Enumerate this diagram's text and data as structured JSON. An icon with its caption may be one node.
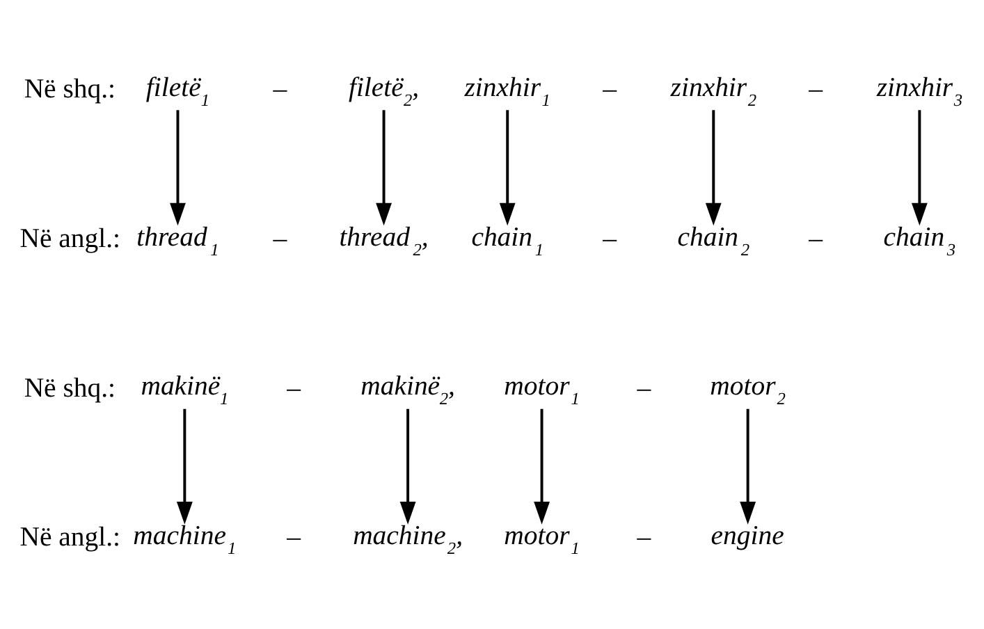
{
  "diagram": {
    "nodes": [
      {
        "text": [
          "filetë$_{1}$"
        ]
      },
      {
        "text": [
          "filetë$_{2}$,"
        ]
      },
      {
        "text": [
          "zinxhir$_{1}$"
        ]
      },
      {
        "text": [
          "zinxhir$_{2}$"
        ]
      },
      {
        "text": [
          "zinxhir$_{3}$"
        ]
      },
      {
        "text": [
          "thread$_{1}$"
        ]
      },
      {
        "text": [
          "thread$_{2}$,"
        ]
      },
      {
        "text": [
          "chain$_{1}$"
        ]
      },
      {
        "text": [
          "chain$_{2}$"
        ]
      },
      {
        "text": [
          "chain$_{3}$"
        ]
      },
      {
        "text": [
          "makinë$_{1}$"
        ]
      },
      {
        "text": [
          "makinë$_{2}$,"
        ]
      },
      {
        "text": [
          "motor$_{1}$"
        ]
      },
      {
        "text": [
          "motor$_{2}$"
        ]
      },
      {
        "text": [
          "machine$_{1}$"
        ]
      },
      {
        "text": [
          "machine$_{2}$,"
        ]
      },
      {
        "text": [
          "motor$_{1}$"
        ]
      },
      {
        "text": [
          "engine"
        ]
      }
    ],
    "edges": [
      {
        "from": 0,
        "to": 5,
        "arrow": "to"
      },
      {
        "from": 1,
        "to": 6,
        "arrow": "to"
      },
      {
        "from": 2,
        "to": 7,
        "arrow": "to"
      },
      {
        "from": 3,
        "to": 8,
        "arrow": "to"
      },
      {
        "from": 4,
        "to": 9,
        "arrow": "to"
      },
      {
        "from": 10,
        "to": 14,
        "arrow": "to"
      },
      {
        "from": 11,
        "to": 15,
        "arrow": "to"
      },
      {
        "from": 12,
        "to": 16,
        "arrow": "to"
      },
      {
        "from": 13,
        "to": 17,
        "arrow": "to"
      }
    ],
    "labels": [
      "Në shq.:",
      "–",
      "–",
      "–",
      "Në angl.:",
      "–",
      "–",
      "–",
      "Në shq.:",
      "–",
      "–",
      "Në angl.:",
      "–",
      "–"
    ]
  }
}
